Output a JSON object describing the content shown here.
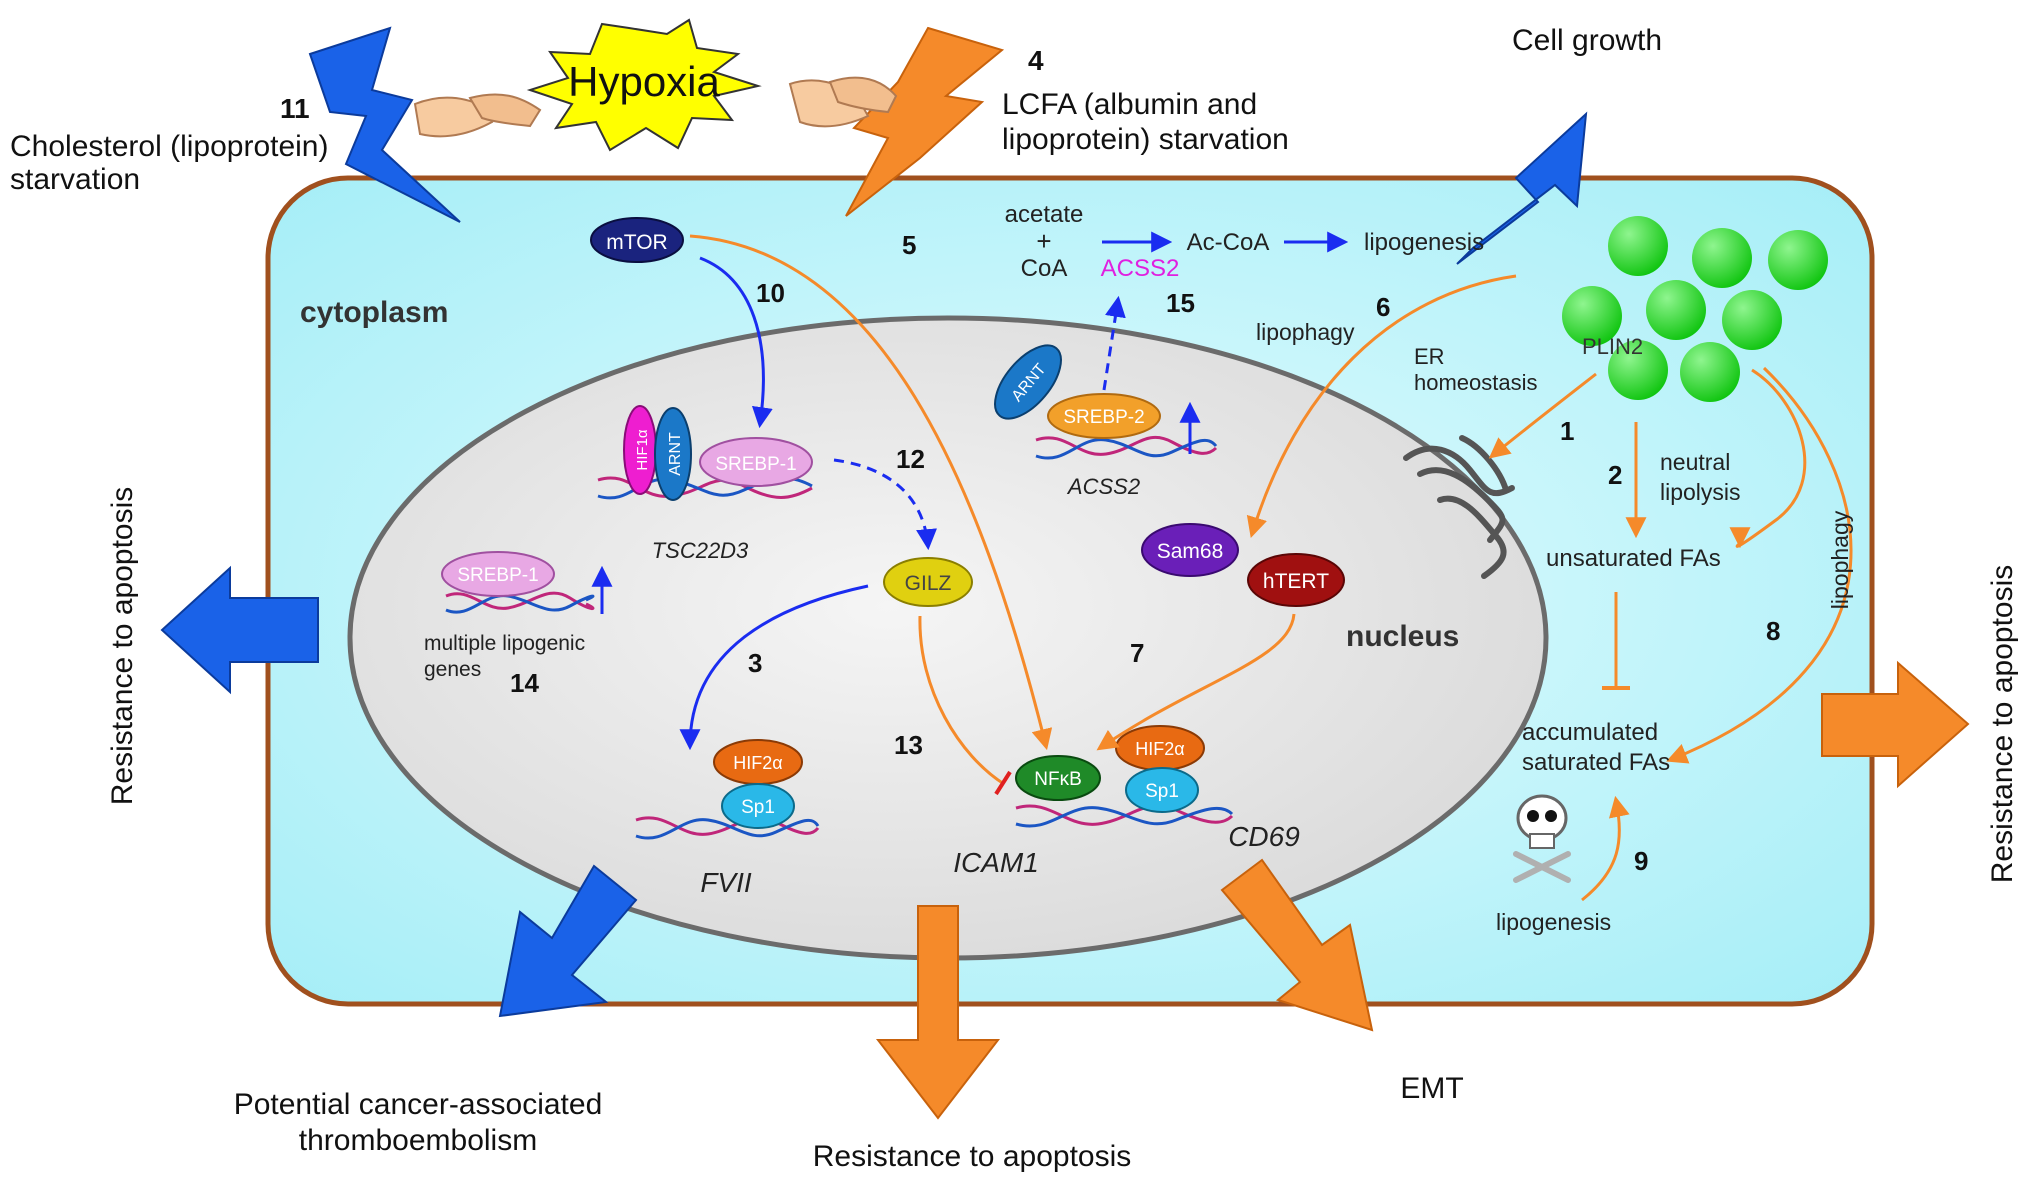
{
  "colors": {
    "cell_fill": "#b8f4fa",
    "cell_border": "#a0501e",
    "nucleus_fill": "#e6e6e6",
    "blue_arrow": "#1a62e8",
    "orange_arrow": "#f58a2a",
    "hypoxia_star": "#ffff00"
  },
  "hypoxia": "Hypoxia",
  "stress": {
    "cholesterol_num": "11",
    "cholesterol_l1": "Cholesterol (lipoprotein)",
    "cholesterol_l2": "starvation",
    "lcfa_num": "4",
    "lcfa_l1": "LCFA (albumin and",
    "lcfa_l2": "lipoprotein) starvation"
  },
  "outcomes": {
    "cell_growth": "Cell growth",
    "resistance_left": "Resistance to apoptosis",
    "resistance_right": "Resistance to apoptosis",
    "resistance_bottom": "Resistance to apoptosis",
    "thrombo_l1": "Potential cancer-associated",
    "thrombo_l2": "thromboembolism",
    "emt": "EMT"
  },
  "compartments": {
    "cytoplasm": "cytoplasm",
    "nucleus": "nucleus"
  },
  "proteins": {
    "mtor": "mTOR",
    "hif1a": "HIF1α",
    "arnt": "ARNT",
    "srebp1": "SREBP-1",
    "srebp2": "SREBP-2",
    "gilz": "GILZ",
    "sam68": "Sam68",
    "htert": "hTERT",
    "hif2a": "HIF2α",
    "sp1": "Sp1",
    "nfkb": "NFκB",
    "plin2": "PLIN2"
  },
  "genes": {
    "tsc22d3": "TSC22D3",
    "acss2": "ACSS2",
    "fvii": "FVII",
    "icam1": "ICAM1",
    "cd69": "CD69",
    "multi_l1": "multiple lipogenic",
    "multi_l2": "genes"
  },
  "metabolism": {
    "acetate": "acetate",
    "plus": "+",
    "coa": "CoA",
    "accoa": "Ac-CoA",
    "lipogenesis_top": "lipogenesis",
    "acss2_enzyme": "ACSS2",
    "lipophagy_top": "lipophagy",
    "er_l1": "ER",
    "er_l2": "homeostasis",
    "neutral_l1": "neutral",
    "neutral_l2": "lipolysis",
    "unsat": "unsaturated FAs",
    "acc_l1": "accumulated",
    "acc_l2": "saturated FAs",
    "lipogenesis_bottom": "lipogenesis",
    "lipophagy_side": "lipophagy"
  },
  "numbers": {
    "n1": "1",
    "n2": "2",
    "n3": "3",
    "n5": "5",
    "n6": "6",
    "n7": "7",
    "n8": "8",
    "n9": "9",
    "n10": "10",
    "n12": "12",
    "n13": "13",
    "n14": "14",
    "n15": "15"
  }
}
